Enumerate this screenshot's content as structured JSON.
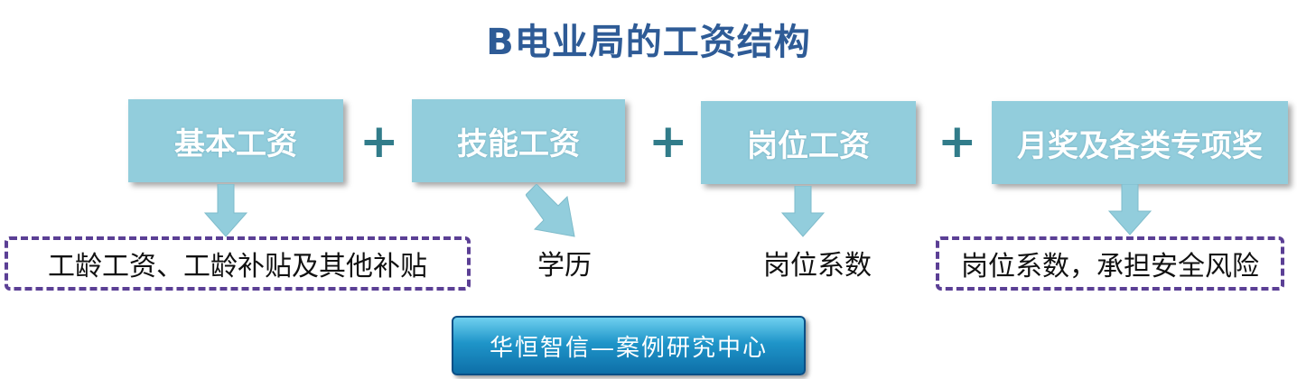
{
  "title": "B电业局的工资结构",
  "components": [
    {
      "label": "基本工资"
    },
    {
      "label": "技能工资"
    },
    {
      "label": "岗位工资"
    },
    {
      "label": "月奖及各类专项奖"
    }
  ],
  "operators": [
    "+",
    "+",
    "+"
  ],
  "details": [
    {
      "label": "工龄工资、工龄补贴及其他补贴"
    },
    {
      "label": "学历"
    },
    {
      "label": "岗位系数"
    },
    {
      "label": "岗位系数，承担安全风险"
    }
  ],
  "banner": "华恒智信—案例研究中心",
  "colors": {
    "title": "#2E5B96",
    "box_fill": "#92CDDC",
    "plus": "#317C8A",
    "dashed_border": "#5B3F95",
    "banner": "#1F95C9"
  }
}
